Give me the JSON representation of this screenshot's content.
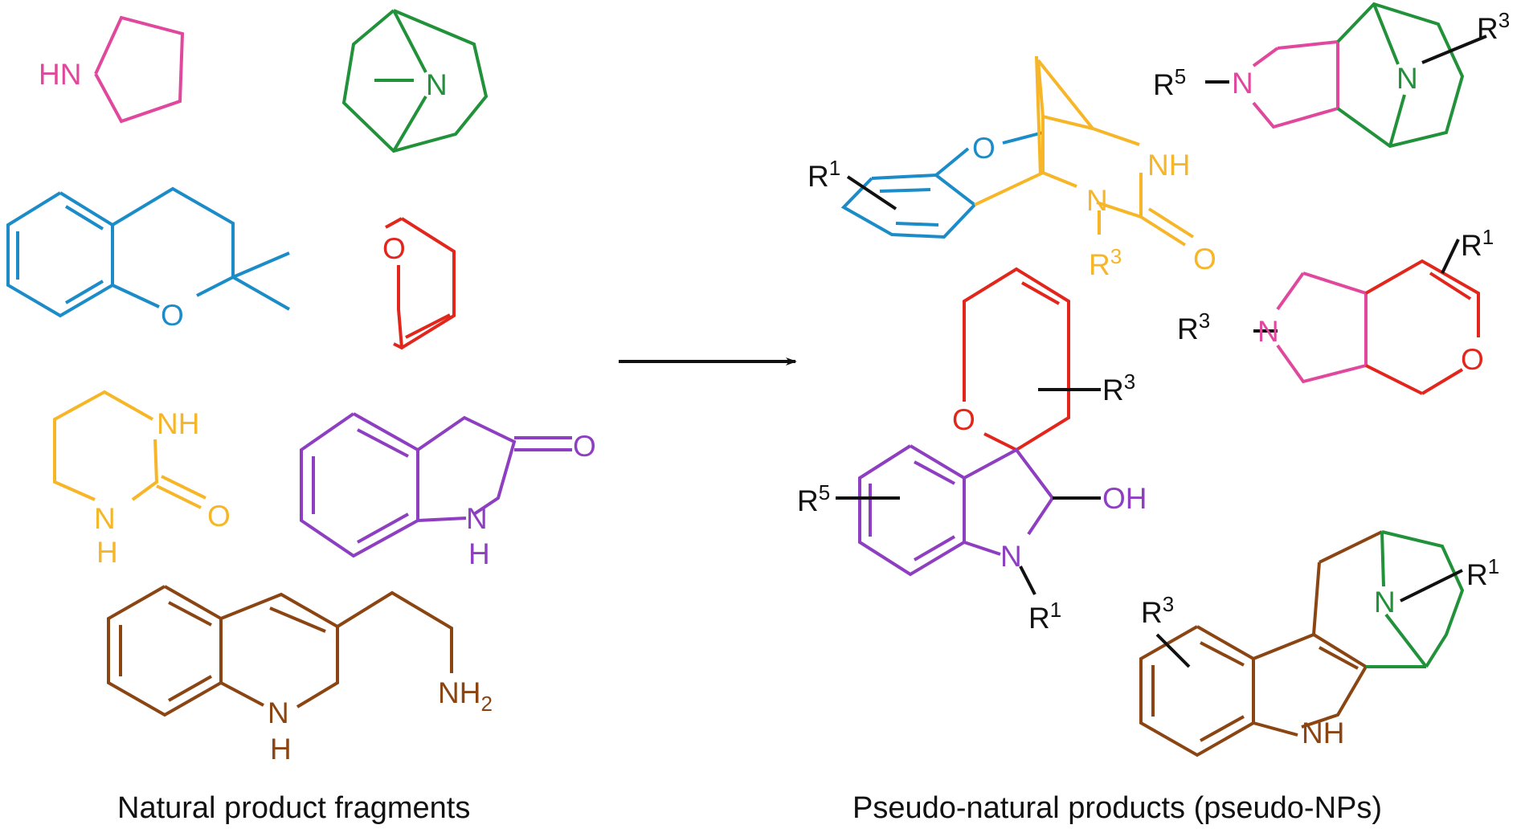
{
  "colors": {
    "pyrrolidine": "#E0489D",
    "tropane": "#21913A",
    "chromane": "#1C8CC9",
    "dihydropyran": "#E2261C",
    "urea": "#F6B628",
    "oxindole": "#8E3FC1",
    "tryptamine": "#8B4513",
    "substituent": "#111111"
  },
  "fragments_caption": "Natural product fragments",
  "products_caption": "Pseudo-natural products (pseudo-NPs)",
  "labels": {
    "hn": "HN",
    "n": "N",
    "o": "O",
    "nh": "NH",
    "h": "H",
    "oh": "OH",
    "nh2_main": "NH",
    "nh2_sub": "2",
    "r": "R",
    "sup1": "1",
    "sup3": "3",
    "sup5": "5"
  }
}
